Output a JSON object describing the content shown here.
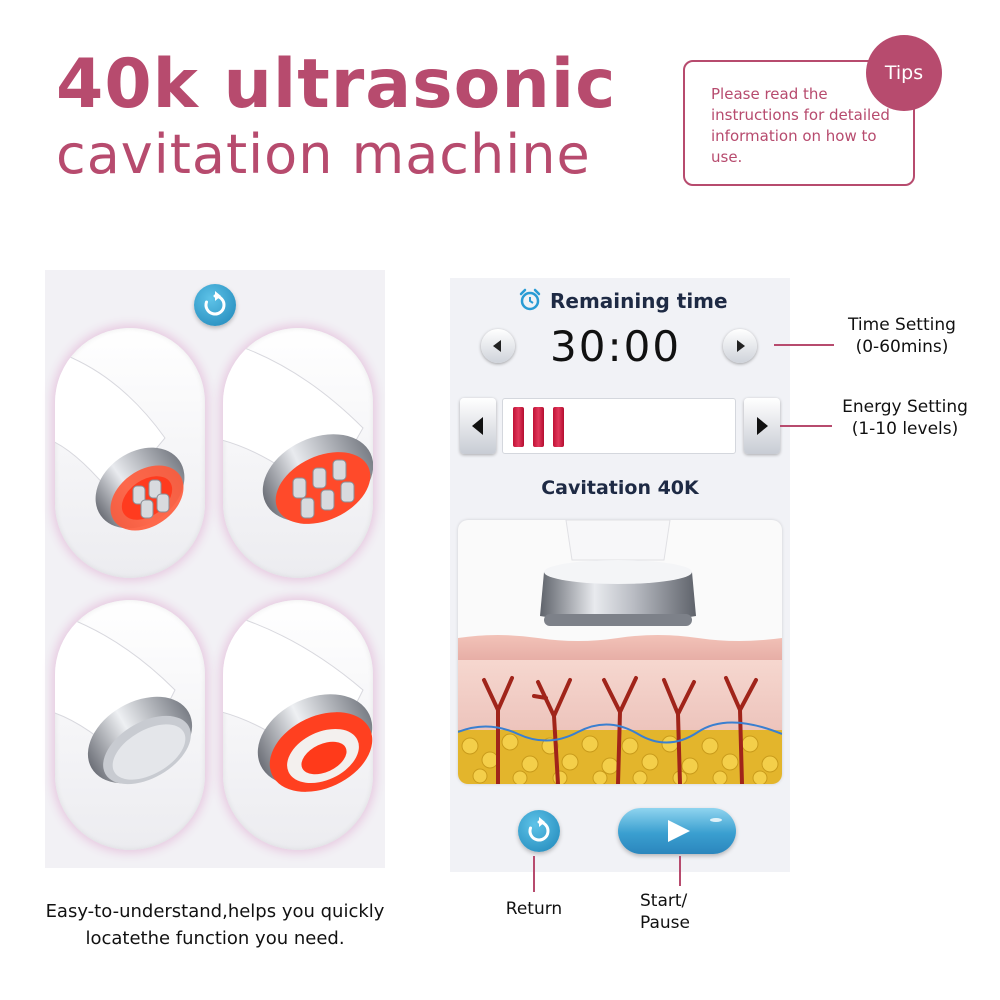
{
  "header": {
    "title_line1": "40k ultrasonic",
    "title_line2": "cavitation machine"
  },
  "tips": {
    "badge": "Tips",
    "text": "Please read the instructions for detailed information on how to use."
  },
  "left_panel": {
    "icon": "refresh-icon",
    "caption_line1": "Easy-to-understand,helps you quickly",
    "caption_line2": "locatethe function you need."
  },
  "screen": {
    "remaining_time_label": "Remaining time",
    "time_value": "30:00",
    "energy_level": 3,
    "mode_label": "Cavitation 40K",
    "icons": [
      "alarm-clock-icon",
      "arrow-left-icon",
      "arrow-right-icon",
      "refresh-icon",
      "play-icon"
    ]
  },
  "annotations": {
    "time_setting_line1": "Time Setting",
    "time_setting_line2": "(0-60mins)",
    "energy_setting_line1": "Energy Setting",
    "energy_setting_line2": "(1-10 levels)",
    "return": "Return",
    "start_pause_line1": "Start/",
    "start_pause_line2": "Pause"
  },
  "colors": {
    "accent": "#b74b6e",
    "button_blue": "#2b86bd",
    "energy_red": "#d0204a"
  }
}
